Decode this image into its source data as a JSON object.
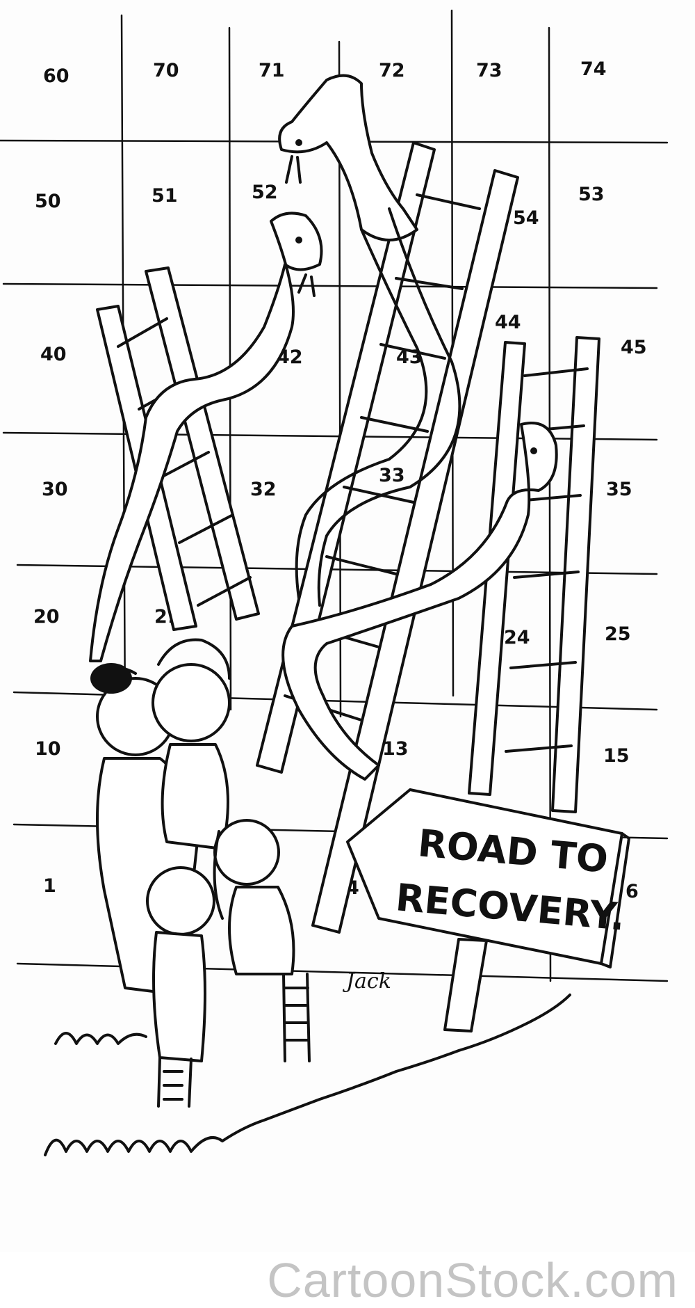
{
  "board": {
    "cells": [
      {
        "label": "60"
      },
      {
        "label": "70"
      },
      {
        "label": "71"
      },
      {
        "label": "72"
      },
      {
        "label": "73"
      },
      {
        "label": "74"
      },
      {
        "label": "50"
      },
      {
        "label": "51"
      },
      {
        "label": "52"
      },
      {
        "label": "54"
      },
      {
        "label": "53"
      },
      {
        "label": "40"
      },
      {
        "label": "42"
      },
      {
        "label": "43"
      },
      {
        "label": "44"
      },
      {
        "label": "45"
      },
      {
        "label": "30"
      },
      {
        "label": "32"
      },
      {
        "label": "33"
      },
      {
        "label": "35"
      },
      {
        "label": "20"
      },
      {
        "label": "21"
      },
      {
        "label": "24"
      },
      {
        "label": "25"
      },
      {
        "label": "10"
      },
      {
        "label": "13"
      },
      {
        "label": "15"
      },
      {
        "label": "1"
      },
      {
        "label": "4"
      },
      {
        "label": "6"
      }
    ]
  },
  "sign": {
    "line1": "ROAD TO",
    "line2": "RECOVERY."
  },
  "signature": "Jack",
  "watermark": "CartoonStock.com",
  "colors": {
    "ink": "#111111",
    "paper": "#fdfdfd",
    "watermark": "#c4c4c4"
  }
}
